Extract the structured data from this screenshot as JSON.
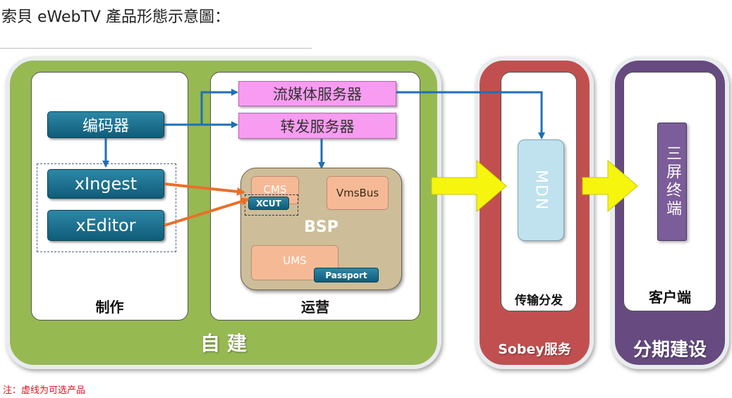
{
  "title": "索貝 eWebTV 產品形態示意圖：",
  "panels": {
    "self_built": "自 建",
    "sobey": "Sobey服务",
    "phase": "分期建设"
  },
  "sections": {
    "production": "制作",
    "operations": "运营",
    "distribution": "传输分发",
    "client": "客户端"
  },
  "boxes": {
    "encoder": "编码器",
    "xingest": "xIngest",
    "xeditor": "xEditor",
    "streaming_server": "流媒体服务器",
    "forward_server": "转发服务器",
    "cms": "CMS",
    "vmsbus": "VmsBus",
    "xcut": "XCUT",
    "bsp": "BSP",
    "ums": "UMS",
    "passport": "Passport",
    "mdn": "MDN",
    "three_screen": "三屏终端"
  },
  "note": "注：虚线为可选产品",
  "colors": {
    "self_built": "#97b952",
    "sobey": "#c24f4f",
    "phase": "#664a80",
    "arrow_blue": "#1f6fb5",
    "arrow_orange": "#e8702a",
    "arrow_yellow": "#f5f50e"
  }
}
